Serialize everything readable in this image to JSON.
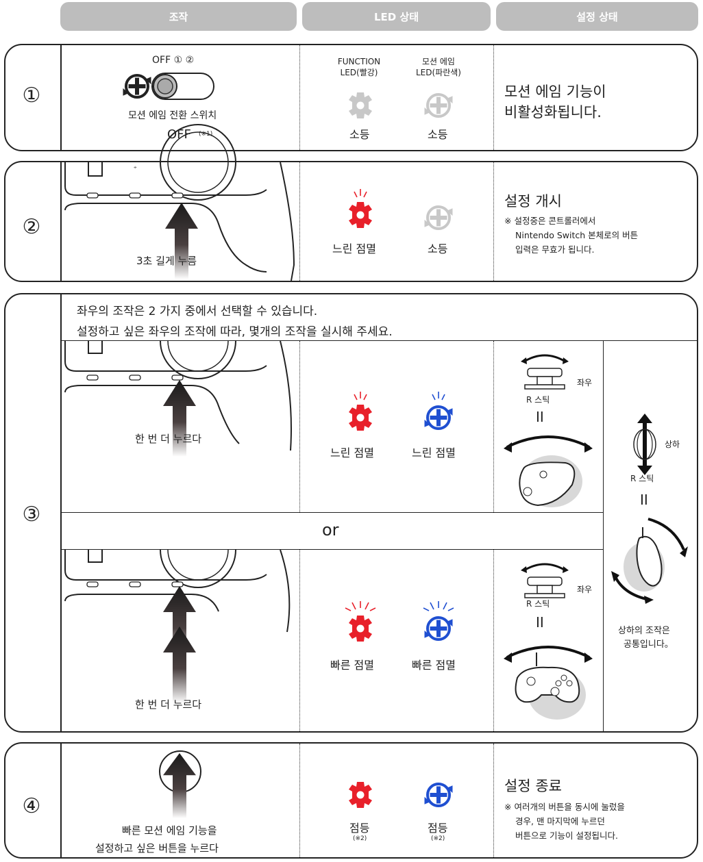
{
  "headers": {
    "operation": "조작",
    "led": "LED 상태",
    "setting": "설정 상태"
  },
  "step1": {
    "num": "①",
    "switch_positions": "OFF ① ②",
    "switch_label": "모션 에임 전환 스위치",
    "switch_value": "OFF",
    "switch_note": "(※1)",
    "led1_title": "FUNCTION\nLED(빨강)",
    "led2_title": "모션 에임\nLED(파란색)",
    "led1_state": "소등",
    "led2_state": "소등",
    "status_line1": "모션 에임 기능이",
    "status_line2": "비활성화됩니다."
  },
  "step2": {
    "num": "②",
    "action": "3초 길게 누름",
    "led1_state": "느린 점멸",
    "led2_state": "소등",
    "status_title": "설정 개시",
    "note_line1": "※ 설정중은 콘트롤러에서",
    "note_line2": "Nintendo Switch 본체로의 버튼",
    "note_line3": "입력은 무효가 됩니다."
  },
  "step3": {
    "num": "③",
    "intro_line1": "좌우의 조작은 2 가지 중에서 선택할 수 있습니다.",
    "intro_line2": "설정하고 싶은 좌우의 조작에 따라, 몇개의 조작을 실시해 주세요.",
    "optA": {
      "action": "한 번 더 누르다",
      "led1_state": "느린 점멸",
      "led2_state": "느린 점멸",
      "dir_label": "좌우",
      "stick_label": "R 스틱",
      "equals": "II"
    },
    "or_label": "or",
    "optB": {
      "action": "한 번 더 누르다",
      "led1_state": "빠른 점멸",
      "led2_state": "빠른 점멸",
      "dir_label": "좌우",
      "stick_label": "R 스틱",
      "equals": "II"
    },
    "common": {
      "dir_label": "상하",
      "stick_label": "R 스틱",
      "equals": "II",
      "note_line1": "상하의 조작은",
      "note_line2": "공통입니다。"
    }
  },
  "step4": {
    "num": "④",
    "action_line1": "빠른 모션 에임 기능을",
    "action_line2": "설정하고 싶은 버튼을 누르다",
    "led1_state": "점등",
    "led1_note": "(※2)",
    "led2_state": "점등",
    "led2_note": "(※2)",
    "status_title": "설정 종료",
    "note_line1": "※ 여러개의 버튼을 동시에 눌렀을",
    "note_line2": "경우, 맨 마지막에 누르던",
    "note_line3": "버튼으로 기능이 설정됩니다."
  },
  "colors": {
    "red": "#e8202a",
    "blue": "#1f4fd1",
    "gray": "#c8c8c8",
    "header": "#bdbdbd"
  },
  "icons": [
    "gear-icon",
    "motion-aim-icon",
    "arrow-up-icon",
    "switch-icon",
    "controller-icon",
    "stick-icon"
  ]
}
